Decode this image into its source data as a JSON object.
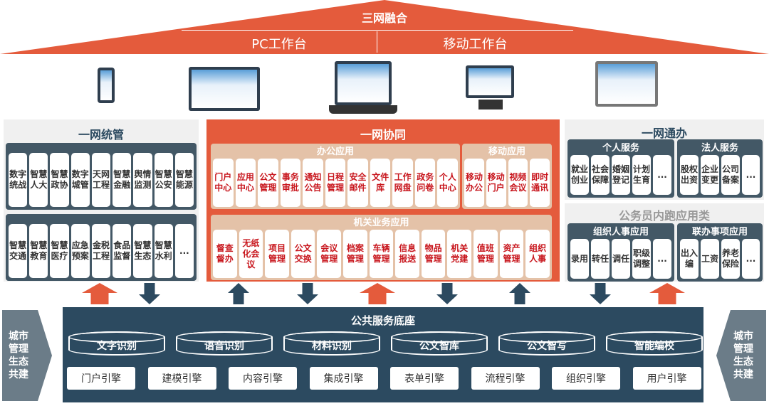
{
  "roof": {
    "title": "三网融合",
    "left": "PC工作台",
    "right": "移动工作台"
  },
  "colors": {
    "orange": "#e45b3c",
    "navy": "#2c4a60",
    "slate": "#435866",
    "beige": "#e4c2a8"
  },
  "left": {
    "title": "一网统管",
    "row1": [
      "数字\n统战",
      "智慧\n人大",
      "智慧\n政协",
      "数字\n城管",
      "天网\n工程",
      "智慧\n金融",
      "舆情\n监测",
      "智慧\n公安",
      "智慧\n能源"
    ],
    "row2": [
      "智慧\n交通",
      "智慧\n教育",
      "智慧\n医疗",
      "应急\n预案",
      "金税\n工程",
      "食品\n监督",
      "智慧\n生态",
      "智慧\n水利",
      "..."
    ]
  },
  "middle": {
    "title": "一网协同",
    "office": {
      "title": "办公应用",
      "items": [
        "门户\n中心",
        "应用\n中心",
        "公文\n管理",
        "事务\n审批",
        "通知\n公告",
        "日程\n管理",
        "安全\n邮件",
        "文件\n库",
        "工作\n网盘",
        "政务\n问卷",
        "个人\n中心"
      ]
    },
    "mobile": {
      "title": "移动应用",
      "items": [
        "移动\n办公",
        "移动\n门户",
        "视频\n会议",
        "即时\n通讯"
      ]
    },
    "agency": {
      "title": "机关业务应用",
      "items": [
        "督查\n督办",
        "无纸\n化会\n议",
        "项目\n管理",
        "公文\n交换",
        "会议\n管理",
        "档案\n管理",
        "车辆\n管理",
        "信息\n报送",
        "物品\n管理",
        "机关\n党建",
        "值班\n管理",
        "资产\n管理",
        "组织\n人事"
      ]
    }
  },
  "right": {
    "title": "一网通办",
    "personal": {
      "title": "个人服务",
      "items": [
        "就业\n创业",
        "社会\n保障",
        "婚姻\n登记",
        "计划\n生育",
        "..."
      ]
    },
    "legal": {
      "title": "法人服务",
      "items": [
        "股权\n出资",
        "企业\n变更",
        "公司\n备案",
        "..."
      ]
    },
    "subtitle": "公务员内跑应用类",
    "org": {
      "title": "组织人事应用",
      "items": [
        "录用",
        "转任",
        "调任",
        "职级\n调整",
        "..."
      ]
    },
    "joint": {
      "title": "联办事项应用",
      "items": [
        "出入\n编",
        "工资",
        "养老\n保险",
        "..."
      ]
    }
  },
  "base": {
    "title": "公共服务底座",
    "capabilities": [
      "文字识别",
      "语音识别",
      "材料识别",
      "公文智库",
      "公文智写",
      "智能编校"
    ],
    "engines": [
      "门户引擎",
      "建模引擎",
      "内容引擎",
      "集成引擎",
      "表单引擎",
      "流程引擎",
      "组织引擎",
      "用户引擎"
    ]
  },
  "sides": {
    "left": "城市\n管理\n生态\n共建",
    "right": "城市\n管理\n生态\n共建"
  }
}
